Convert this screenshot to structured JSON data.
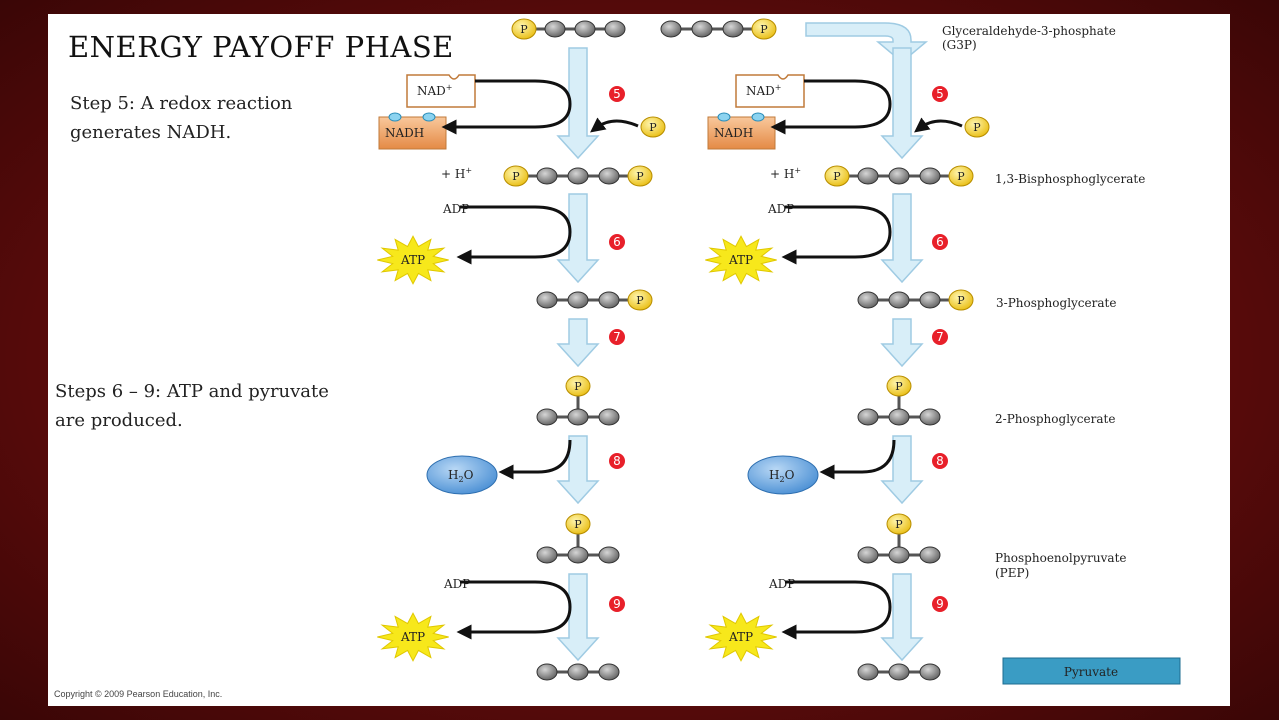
{
  "slide": {
    "title": "ENERGY PAYOFF PHASE",
    "note_step5_line1": "Step 5: A redox reaction",
    "note_step5_line2": "generates NADH.",
    "note_steps69_line1": "Steps 6 – 9: ATP and pyruvate",
    "note_steps69_line2": "are produced.",
    "copyright": "Copyright © 2009 Pearson Education, Inc."
  },
  "molecules": {
    "g3p_line1": "Glyceraldehyde-3-phosphate",
    "g3p_line2": "(G3P)",
    "bpg": "1,3-Bisphosphoglycerate",
    "pg3": "3-Phosphoglycerate",
    "pg2": "2-Phosphoglycerate",
    "pep_line1": "Phosphoenolpyruvate",
    "pep_line2": "(PEP)",
    "pyruvate": "Pyruvate"
  },
  "labels": {
    "phosphate": "P",
    "nad": "NAD",
    "nad_sup": "+",
    "nadh": "NADH",
    "h_plus": "+ H",
    "h_sup": "+",
    "adp": "ADP",
    "atp": "ATP",
    "water_h": "H",
    "water_sub": "2",
    "water_o": "O"
  },
  "steps": [
    "5",
    "6",
    "7",
    "8",
    "9"
  ],
  "colors": {
    "phosphate_fill": "#f5d020",
    "carbon_fill": "#8a8a8a",
    "step_badge": "#e8202a",
    "arrow_fill": "#d8eef8",
    "arrow_stroke": "#9fcbe3",
    "atp_star": "#f7e81b",
    "nadh_box": "#f0a060",
    "water_fill": "#6aa7e0",
    "pyruvate_button": "#3a9cc4"
  }
}
